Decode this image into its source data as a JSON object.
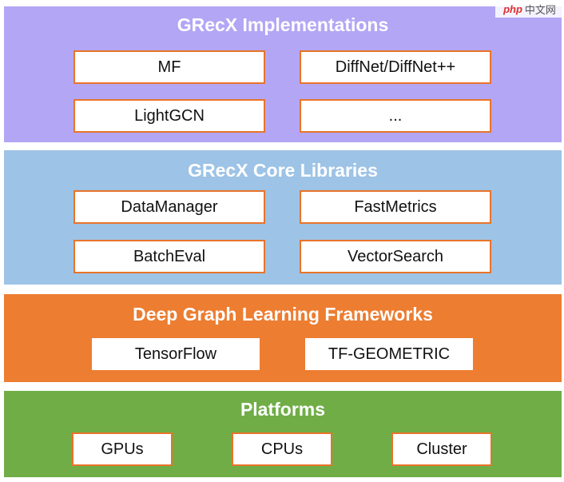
{
  "layers": {
    "implementations": {
      "title": "GRecX Implementations",
      "color": "#b3a6f5",
      "items": [
        "MF",
        "DiffNet/DiffNet++",
        "LightGCN",
        "..."
      ]
    },
    "core": {
      "title": "GRecX Core Libraries",
      "color": "#9dc3e6",
      "items": [
        "DataManager",
        "FastMetrics",
        "BatchEval",
        "VectorSearch"
      ]
    },
    "deep": {
      "title": "Deep Graph Learning Frameworks",
      "color": "#ed7d31",
      "items": [
        "TensorFlow",
        "TF-GEOMETRIC"
      ]
    },
    "platforms": {
      "title": "Platforms",
      "color": "#70ad47",
      "items": [
        "GPUs",
        "CPUs",
        "Cluster"
      ]
    }
  },
  "box_border_color": "#e8742a",
  "watermark": {
    "logo": "php",
    "text": "中文网"
  }
}
